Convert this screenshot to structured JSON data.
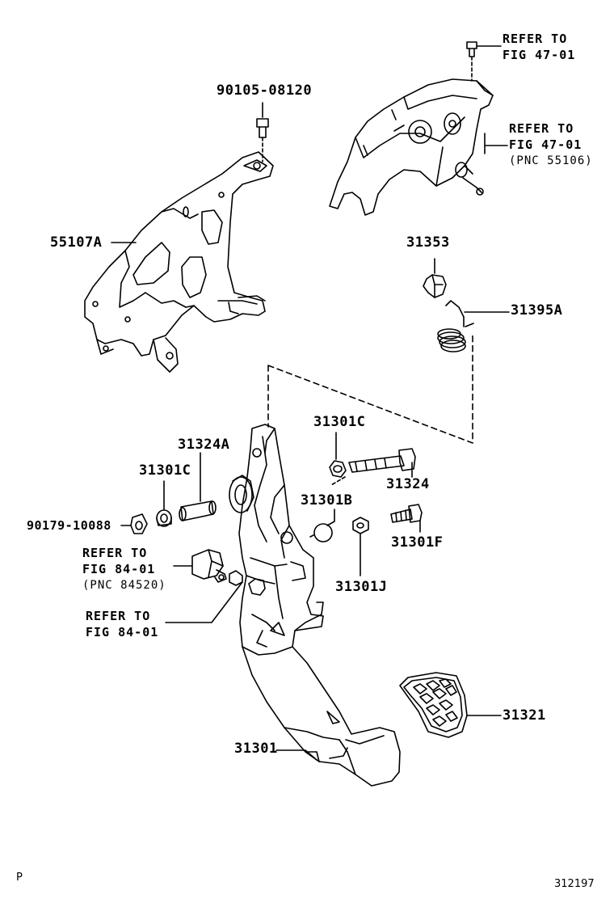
{
  "callouts": {
    "p_90105_08120": "90105-08120",
    "p_55107A": "55107A",
    "p_31353": "31353",
    "p_31395A": "31395A",
    "p_31301C_top": "31301C",
    "p_31324A": "31324A",
    "p_31301C_left": "31301C",
    "p_31324": "31324",
    "p_31301B": "31301B",
    "p_90179_10088": "90179-10088",
    "p_31301F": "31301F",
    "p_31301J": "31301J",
    "p_31321": "31321",
    "p_31301": "31301"
  },
  "references": {
    "ref_top_bolt": {
      "line1": "REFER TO",
      "line2": "FIG 47-01"
    },
    "ref_bracket": {
      "line1": "REFER TO",
      "line2": "FIG 47-01",
      "line3": "(PNC 55106)"
    },
    "ref_switch": {
      "line1": "REFER TO",
      "line2": "FIG 84-01",
      "line3": "(PNC 84520)"
    },
    "ref_stopper": {
      "line1": "REFER TO",
      "line2": "FIG 84-01"
    }
  },
  "footer": {
    "left_mark": "P",
    "figure_number": "312197"
  }
}
